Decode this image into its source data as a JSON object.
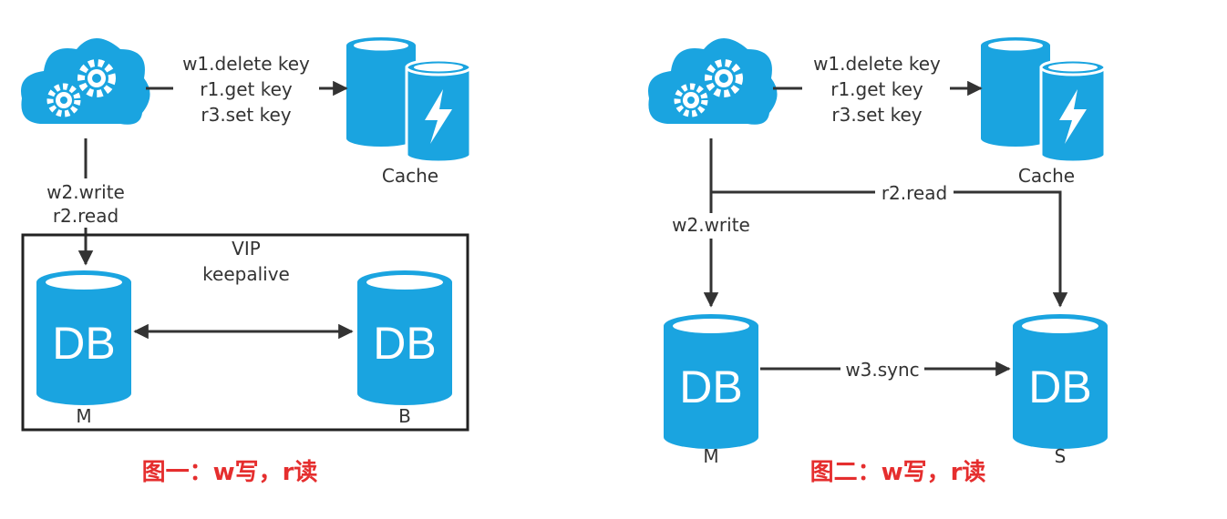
{
  "colors": {
    "icon": "#1aa4e0",
    "line": "#333333",
    "caption": "#e52e2e"
  },
  "figure1": {
    "edge_cache": [
      "w1.delete key",
      "r1.get key",
      "r3.set key"
    ],
    "cache_label": "Cache",
    "edge_db": [
      "w2.write",
      "r2.read"
    ],
    "vip": [
      "VIP",
      "keepalive"
    ],
    "db_text": "DB",
    "db_master_label": "M",
    "db_backup_label": "B",
    "caption": "图一：w写，r读"
  },
  "figure2": {
    "edge_cache": [
      "w1.delete key",
      "r1.get key",
      "r3.set key"
    ],
    "cache_label": "Cache",
    "edge_read": "r2.read",
    "edge_write": "w2.write",
    "edge_sync": "w3.sync",
    "db_text": "DB",
    "db_master_label": "M",
    "db_slave_label": "S",
    "caption": "图二：w写，r读"
  }
}
